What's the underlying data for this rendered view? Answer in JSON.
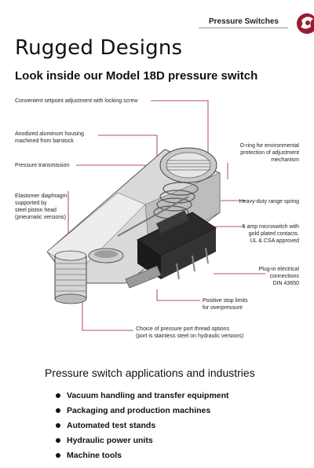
{
  "header": {
    "section_label": "Pressure Switches",
    "logo_icon": "brand-logo-icon",
    "accent_color": "#9b1b30"
  },
  "page_title": "Rugged Designs",
  "subtitle": "Look inside our Model 18D pressure switch",
  "callouts": {
    "setpoint": "Convenient setpoint adjustment with locking screw",
    "housing_line1": "Anodized aluminum housing",
    "housing_line2": "machined from barstock",
    "transmission": "Pressure transmission",
    "diaphragm_line1": "Elastomer diaphragm",
    "diaphragm_line2": "supported by",
    "diaphragm_line3": "steel piston head",
    "diaphragm_line4": "(pneumatic versions)",
    "oring_line1": "O-ring for environmental",
    "oring_line2": "protection of adjustment",
    "oring_line3": "mechanism",
    "spring": "Heavy-duty range spring",
    "micro_line1": "5 amp microswitch with",
    "micro_line2": "gold plated contacts.",
    "micro_line3": "UL & CSA approved",
    "plug_line1": "Plug-in electrical",
    "plug_line2": "connections",
    "plug_line3": "DIN 43650",
    "stop_line1": "Positive stop limits",
    "stop_line2": "for overpressure",
    "thread_line1": "Choice of pressure port thread options",
    "thread_line2": "(port is stainless steel on hydraulic versions)"
  },
  "applications": {
    "heading": "Pressure switch applications and industries",
    "items": [
      "Vacuum handling and transfer equipment",
      "Packaging and production machines",
      "Automated test stands",
      "Hydraulic power units",
      "Machine tools"
    ]
  }
}
